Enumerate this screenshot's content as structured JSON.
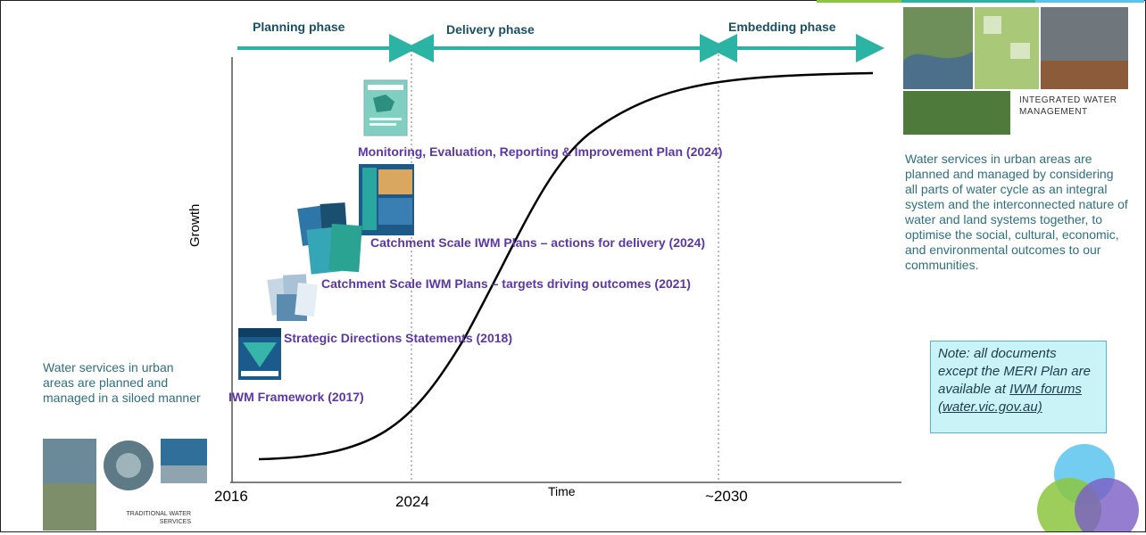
{
  "phases": {
    "planning": "Planning phase",
    "delivery": "Delivery phase",
    "embedding": "Embedding phase"
  },
  "axes": {
    "y_label": "Growth",
    "x_label": "Time",
    "ticks": [
      "2016",
      "2024",
      "~2030"
    ]
  },
  "documents": [
    {
      "label": "Monitoring, Evaluation, Reporting & Improvement Plan (2024)"
    },
    {
      "label": "Catchment Scale IWM Plans – actions for delivery (2024)"
    },
    {
      "label": "Catchment Scale IWM Plans – targets driving outcomes (2021)"
    },
    {
      "label": "Strategic Directions Statements (2018)"
    },
    {
      "label": "IWM Framework (2017)"
    }
  ],
  "left_description": "Water services in urban areas are planned and managed in a siloed manner",
  "left_image_caption": "TRADITIONAL WATER SERVICES",
  "right_image_caption": "INTEGRATED WATER MANAGEMENT",
  "right_description": "Water services in urban areas are planned and managed by considering all parts of water cycle as an integral system and the interconnected nature of water and land systems together, to optimise the social, cultural, economic, and environmental outcomes to our communities.",
  "note": {
    "text": "Note: all documents except the MERI Plan are available at",
    "link": "IWM forums (water.vic.gov.au)"
  },
  "colors": {
    "phase_arrow": "#2bb3a3",
    "doc_label": "#5b37a8",
    "description": "#2f6f7f",
    "note_bg": "#c9f3f7",
    "venn_blue": "#5bc4ee",
    "venn_green": "#8cc63e",
    "venn_purple": "#7b5cc4"
  }
}
